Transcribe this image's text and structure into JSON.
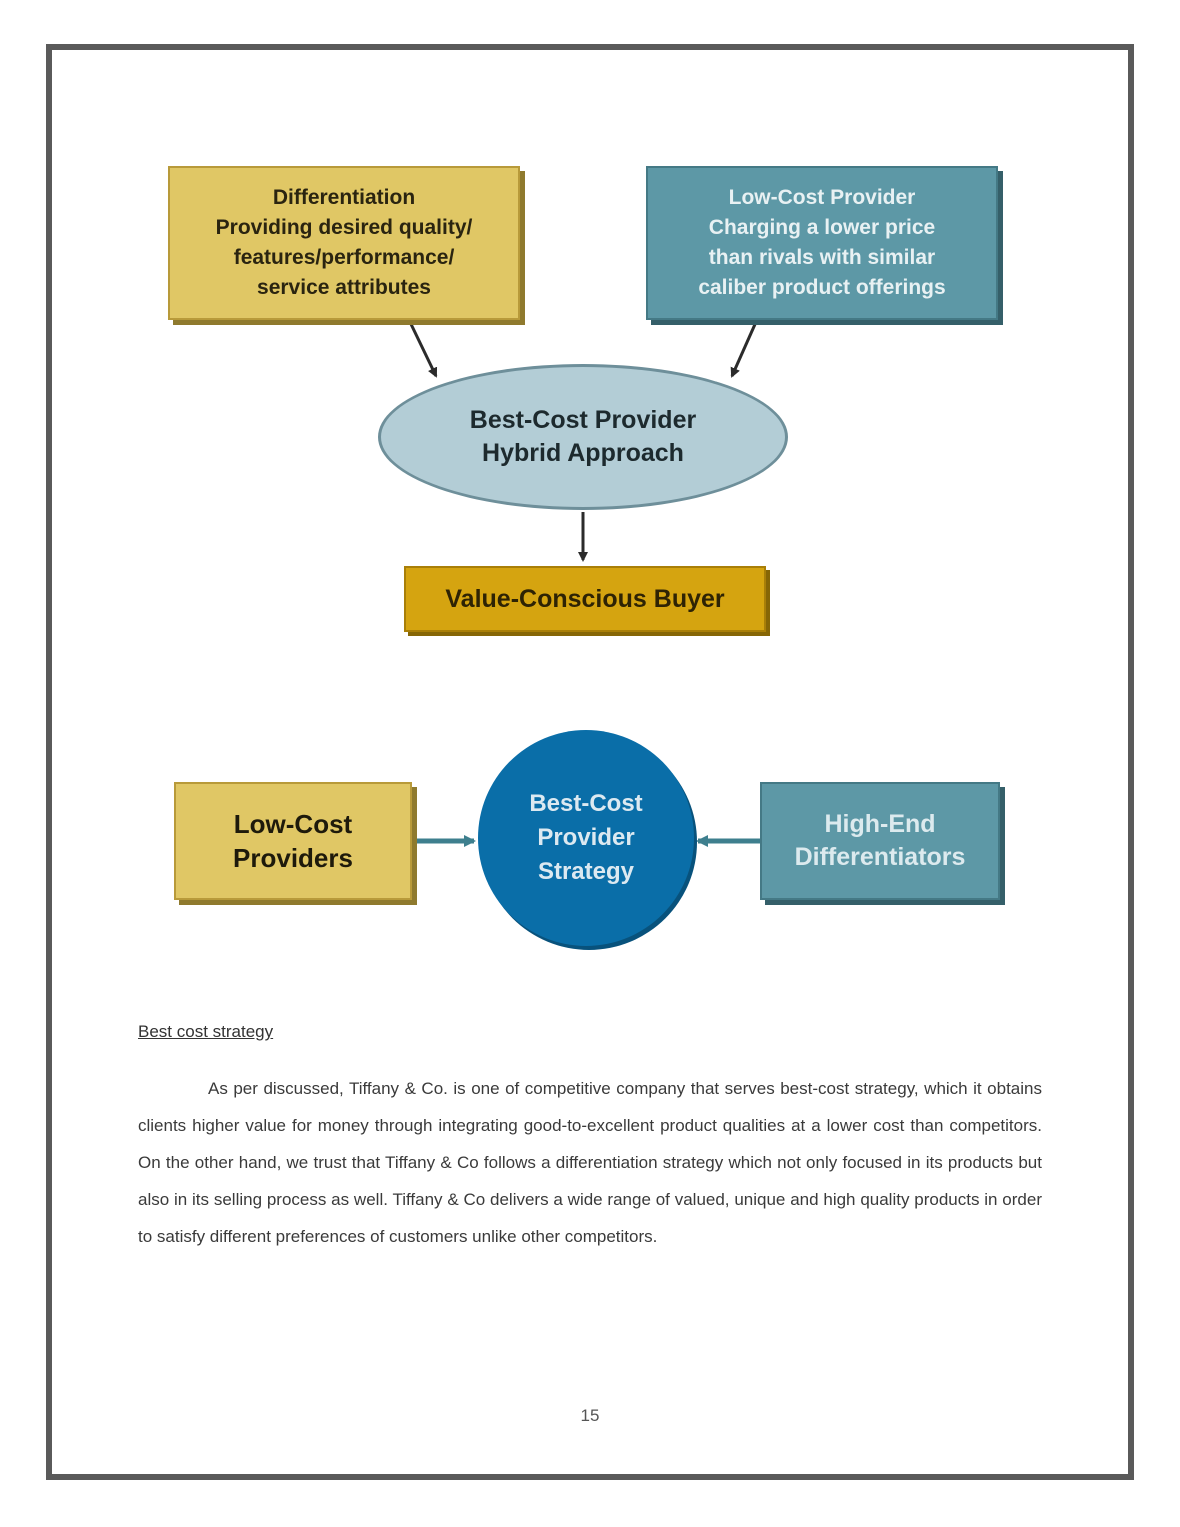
{
  "diagram_top": {
    "differentiation": {
      "lines": [
        "Differentiation",
        "Providing desired quality/",
        "features/performance/",
        "service attributes"
      ]
    },
    "low_cost_provider": {
      "lines": [
        "Low-Cost Provider",
        "Charging a lower price",
        "than rivals with similar",
        "caliber product offerings"
      ]
    },
    "hybrid": {
      "lines": [
        "Best-Cost Provider",
        "Hybrid Approach"
      ]
    },
    "buyer": "Value-Conscious Buyer"
  },
  "diagram_bottom": {
    "left": {
      "lines": [
        "Low-Cost",
        "Providers"
      ]
    },
    "center": {
      "lines": [
        "Best-Cost",
        "Provider",
        "Strategy"
      ]
    },
    "right": {
      "lines": [
        "High-End",
        "Differentiators"
      ]
    }
  },
  "section": {
    "heading": "Best cost strategy",
    "paragraph": "As per discussed, Tiffany & Co. is one of competitive company that serves best-cost strategy, which it obtains clients higher value for money through integrating good-to-excellent product qualities at a lower cost than competitors. On the other hand, we trust that Tiffany & Co follows a differentiation strategy which not only focused in its products but also in its selling process as well. Tiffany & Co delivers a wide range of valued, unique and high quality products in order to satisfy different preferences of customers unlike other competitors."
  },
  "page_number": "15",
  "colors": {
    "gold_box": "#e0c765",
    "teal_box": "#5d98a6",
    "ellipse_fill": "#b3cdd6",
    "buyer_box": "#d5a410",
    "circle_fill": "#0a6ea8",
    "frame_border": "#5a5a5a"
  }
}
